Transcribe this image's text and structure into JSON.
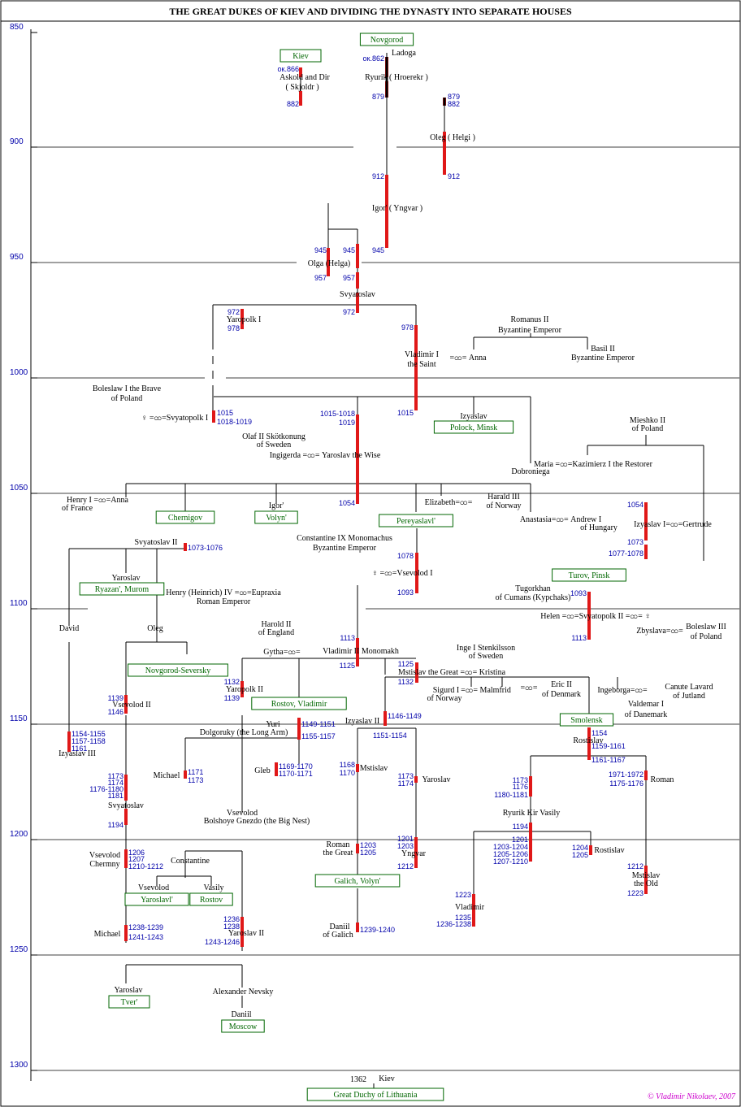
{
  "title": "THE GREAT DUKES OF KIEV AND DIVIDING THE DYNASTY INTO SEPARATE HOUSES",
  "copyright": "© Vladimir Nikolaev, 2007",
  "axis": [
    "850",
    "900",
    "950",
    "1000",
    "1050",
    "1100",
    "1150",
    "1200",
    "1250",
    "1300"
  ],
  "houses": [
    "Kiev",
    "Novgorod",
    "Polock, Minsk",
    "Chernigov",
    "Volyn'",
    "Pereyaslavl'",
    "Turov, Pinsk",
    "Ryazan', Murom",
    "Novgorod-Seversky",
    "Rostov, Vladimir",
    "Smolensk",
    "Galich, Volyn'",
    "Yaroslavl'",
    "Rostov",
    "Tver'",
    "Moscow",
    "Great Duchy of Lithuania"
  ],
  "names": [
    "Askold and Dir",
    "( Skjoldr )",
    "Ryurik ( Hroerekr )",
    "Ladoga",
    "Oleg ( Helgi )",
    "Igor' ( Yngvar )",
    "Olga (Helga)",
    "Svyatoslav",
    "Yaropolk I",
    "Romanus II",
    "Byzantine Emperor",
    "Vladimir I",
    "the Saint",
    "=ထ= Anna",
    "Basil II",
    "Byzantine Emperor",
    "Boleslaw I the Brave",
    "of Poland",
    "♀ =ထ=Svyatopolk I",
    "Izyaslav",
    "Mieshko II",
    "of Poland",
    "Olaf II Skötkonung",
    "of Sweden",
    "Ingigerda =ထ= Yaroslav the Wise",
    "Maria =ထ=Kazimierz I the Restorer",
    "Dobroniega",
    "Henry I =ထ=Anna",
    "of France",
    "Igor'",
    "Elizabeth=ထ=",
    "Harald III",
    "of Norway",
    "Anastasia=ထ= Andrew I",
    "of Hungary",
    "Izyaslav I=ထ=Gertrude",
    "Svyatoslav II",
    "Constantine IX Monomachus",
    "Byzantine Emperor",
    "Yaroslav",
    "♀ =ထ=Vsevolod I",
    "Henry (Heinrich) IV =ထ=Eupraxia",
    "Roman Emperor",
    "Tugorkhan",
    "of Cumans (Kypchaks)",
    "Helen =ထ=Svyatopolk II =ထ= ♀",
    "Zbyslava=ထ=",
    "Boleslaw III",
    "of Poland",
    "David",
    "Oleg",
    "Harold II",
    "of England",
    "Gytha=ထ=",
    "Vladimir II Monomakh",
    "Inge I Stenkilsson",
    "of Sweden",
    "Mstislav the Great =ထ= Kristina",
    "Yaropolk II",
    "Sigurd I",
    "of Norway",
    "=ထ= Malmfrid",
    "=ထ=",
    "Eric II",
    "of Denmark",
    "Ingeborga=ထ=",
    "Canute Lavard",
    "of Jutland",
    "Valdemar I",
    "of Danemark",
    "Vsevolod II",
    "Izyaslav II",
    "Yuri",
    "Dolgoruky (the Long Arm)",
    "Rostislav",
    "Izyaslav III",
    "Gleb",
    "Michael",
    "Mstislav",
    "Yaroslav",
    "Roman",
    "Svyatoslav",
    "Ryurik Kir Vasily",
    "Vsevolod",
    "Bolshoye Gnezdo (the Big Nest)",
    "Roman",
    "the Great",
    "Yngvar",
    "Rostislav",
    "Vsevolod",
    "Chermny",
    "Constantine",
    "Mstislav",
    "the Old",
    "Vsevolod",
    "Vasily",
    "Vladimir",
    "Daniil",
    "of Galich",
    "Michael",
    "Yaroslav II",
    "Yaroslav",
    "Alexander Nevsky",
    "Daniil",
    "1362",
    "Kiev"
  ],
  "years": [
    "ок.866",
    "882",
    "ок.862",
    "879",
    "879",
    "882",
    "912",
    "912",
    "945",
    "945",
    "945",
    "957",
    "957",
    "972",
    "972",
    "978",
    "978",
    "1015",
    "1018-1019",
    "1015-1018",
    "1019",
    "1015",
    "1054",
    "1054",
    "1073-1076",
    "1073",
    "1077-1078",
    "1078",
    "1093",
    "1093",
    "1113",
    "1113",
    "1125",
    "1125",
    "1132",
    "1132",
    "1139",
    "1139",
    "1146",
    "1146-1149",
    "1151-1154",
    "1149-1151",
    "1155-1157",
    "1154",
    "1159-1161",
    "1161-1167",
    "1154-1155",
    "1157-1158",
    "1161",
    "1171",
    "1173",
    "1169-1170",
    "1170-1171",
    "1168",
    "1170",
    "1173",
    "1174",
    "1173",
    "1176",
    "1180-1181",
    "1971-1972",
    "1175-1176",
    "1173",
    "1174",
    "1176-1180",
    "1181",
    "1194",
    "1194",
    "1201",
    "1203",
    "1212",
    "1201",
    "1203-1204",
    "1205-1206",
    "1207-1210",
    "1204",
    "1205",
    "1203",
    "1205",
    "1206",
    "1207",
    "1210-1212",
    "1212",
    "1223",
    "1223",
    "1235",
    "1236-1238",
    "1239-1240",
    "1236",
    "1238",
    "1243-1246",
    "1238-1239",
    "1241-1243"
  ]
}
